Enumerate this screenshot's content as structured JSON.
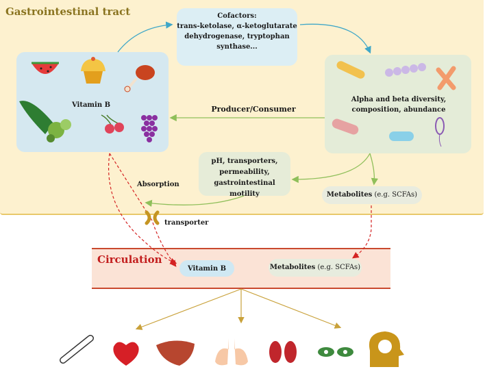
{
  "gi_tract": {
    "title": "Gastrointestinal tract"
  },
  "vitamin_box": {
    "label": "Vitamin B"
  },
  "cofactors": {
    "lines": [
      "Cofactors:",
      "trans-ketolase, α-ketoglutarate",
      "dehydrogenase, tryptophan",
      "synthase..."
    ]
  },
  "microbiota": {
    "lines": [
      "Alpha and beta diversity,",
      "composition, abundance"
    ]
  },
  "producer_consumer": "Producer/Consumer",
  "host_factors": {
    "lines": [
      "pH, transporters,",
      "permeability,",
      "gastrointestinal motility"
    ]
  },
  "metabolites_gut": {
    "bold": "Metabolites",
    "rest": " (e.g. SCFAs)"
  },
  "absorption": "Absorption",
  "transporter": "transporter",
  "circulation": {
    "title": "Circulation",
    "vitamin": "Vitamin B",
    "metabolites_bold": "Metabolites",
    "metabolites_rest": " (e.g. SCFAs)"
  },
  "organs": [
    "bone-icon",
    "heart-icon",
    "liver-icon",
    "lungs-icon",
    "kidneys-icon",
    "eyes-icon",
    "brain-head-icon"
  ],
  "colors": {
    "gi_background": "#fdf1cf",
    "vitamin_box": "#d5e8f0",
    "microbiota_box": "#e4ecd8",
    "circulation_band": "#fbe3d6",
    "circulation_title": "#c21d1d",
    "dashed_arrow": "#d42323",
    "green_arrow": "#8fbf5a",
    "blue_arrow": "#3fa7c8",
    "organ_arrow": "#c9a13a"
  }
}
